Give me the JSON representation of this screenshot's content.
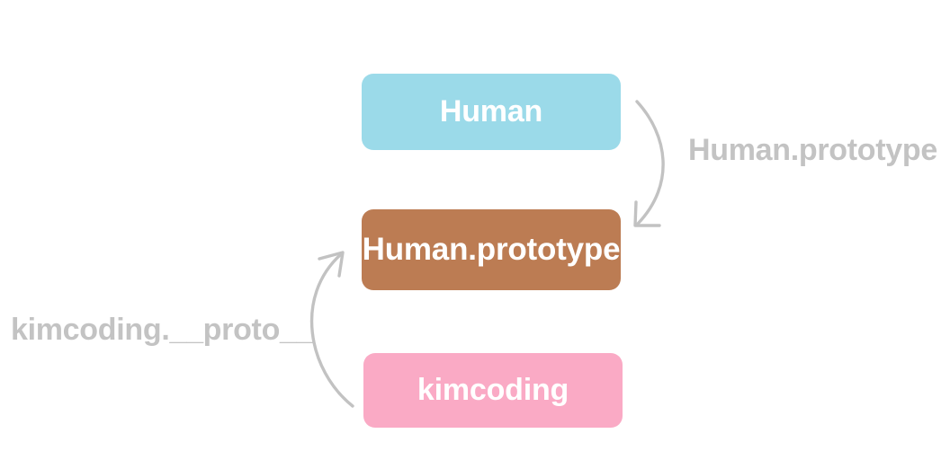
{
  "diagram": {
    "title_text": "",
    "background_color": "#ffffff",
    "nodes": [
      {
        "id": "human",
        "label": "Human",
        "fill_color": "#9BDAE9",
        "text_color": "#ffffff"
      },
      {
        "id": "human-prototype",
        "label": "Human.prototype",
        "fill_color": "#BC7C53",
        "text_color": "#ffffff"
      },
      {
        "id": "kimcoding",
        "label": "kimcoding",
        "fill_color": "#FAAAC5",
        "text_color": "#ffffff"
      }
    ],
    "edges": [
      {
        "id": "human-to-prototype",
        "label": "Human.prototype",
        "from": "human",
        "to": "human-prototype",
        "color": "#C2C2C2",
        "label_color": "#C3C3C3"
      },
      {
        "id": "kimcoding-to-prototype",
        "label": "kimcoding.__proto__",
        "from": "kimcoding",
        "to": "human-prototype",
        "color": "#C2C2C2",
        "label_color": "#C3C3C3"
      }
    ]
  }
}
